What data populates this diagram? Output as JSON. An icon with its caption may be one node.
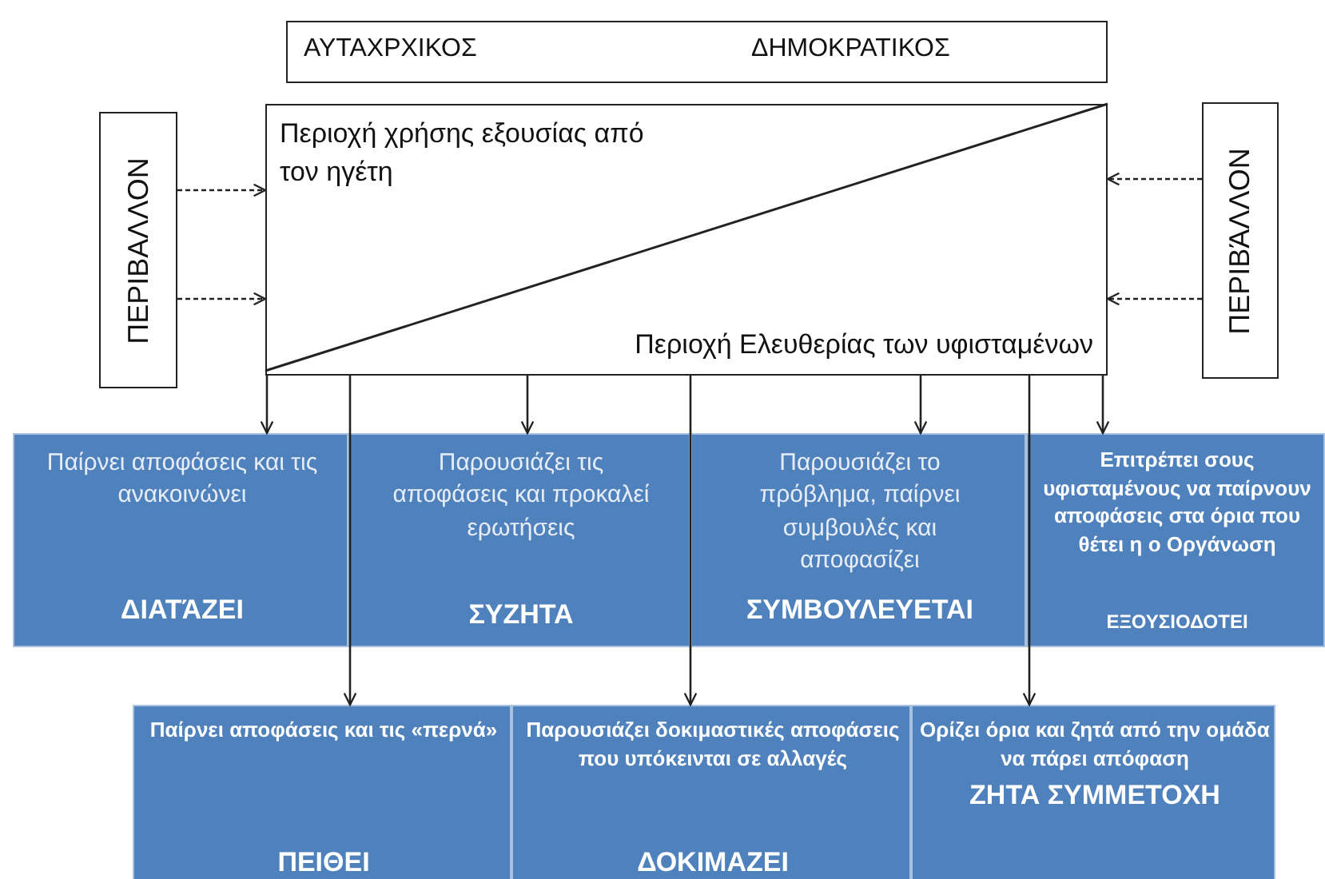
{
  "diagram": {
    "nodes": [
      {
        "text": [
          "ΑΥΤΑΧΡΧΙΚΟΣ",
          "ΔΗΜΟΚΡΑΤΙΚΟΣ"
        ]
      },
      {
        "text": [
          "ΠΕΡΙΒΑΛΛΟΝ"
        ]
      },
      {
        "text": [
          "Περιοχή χρήσης εξουσίας από τον ηγέτη",
          "Περιοχή Ελευθερίας των υφισταμένων"
        ]
      },
      {
        "text": [
          "ΠΕΡΙΒΆΛΛΟΝ"
        ]
      },
      {
        "text": [
          "Παίρνει αποφάσεις και τις ανακοινώνει",
          "ΔΙΑΤΆΖΕΙ"
        ]
      },
      {
        "text": [
          "Παρουσιάζει τις αποφάσεις και προκαλεί ερωτήσεις",
          "ΣΥΖΗΤΑ"
        ]
      },
      {
        "text": [
          "Παρουσιάζει το πρόβλημα, παίρνει συμβουλές και αποφασίζει",
          "ΣΥΜΒΟΥΛΕΥΕΤΑΙ"
        ]
      },
      {
        "text": [
          "Επιτρέπει σους υφισταμένους να παίρνουν αποφάσεις στα όρια που θέτει η ο Οργάνωση",
          "ΕΞΟΥΣΙΟΔΟΤΕΙ"
        ]
      },
      {
        "text": [
          "Παίρνει αποφάσεις και τις «περνά»",
          "ΠΕΙΘΕΙ"
        ]
      },
      {
        "text": [
          "Παρουσιάζει δοκιμαστικές αποφάσεις που υπόκεινται σε αλλαγές",
          "ΔΟΚΙΜΑΖΕΙ"
        ]
      },
      {
        "text": [
          "Ορίζει όρια και ζητά από την ομάδα να πάρει απόφαση",
          "ΖΗΤΑ ΣΥΜΜΕΤΟΧΗ"
        ]
      }
    ],
    "edges": [
      {
        "from": 1,
        "to": 2,
        "arrow": "to",
        "style": "dashed"
      },
      {
        "from": 1,
        "to": 2,
        "arrow": "to",
        "style": "dashed"
      },
      {
        "from": 3,
        "to": 2,
        "arrow": "to",
        "style": "dashed"
      },
      {
        "from": 3,
        "to": 2,
        "arrow": "to",
        "style": "dashed"
      },
      {
        "from": 2,
        "to": 4,
        "arrow": "to"
      },
      {
        "from": 2,
        "to": 8,
        "arrow": "to"
      },
      {
        "from": 2,
        "to": 5,
        "arrow": "to"
      },
      {
        "from": 2,
        "to": 9,
        "arrow": "to"
      },
      {
        "from": 2,
        "to": 6,
        "arrow": "to"
      },
      {
        "from": 2,
        "to": 10,
        "arrow": "to"
      },
      {
        "from": 2,
        "to": 7,
        "arrow": "to"
      }
    ]
  }
}
